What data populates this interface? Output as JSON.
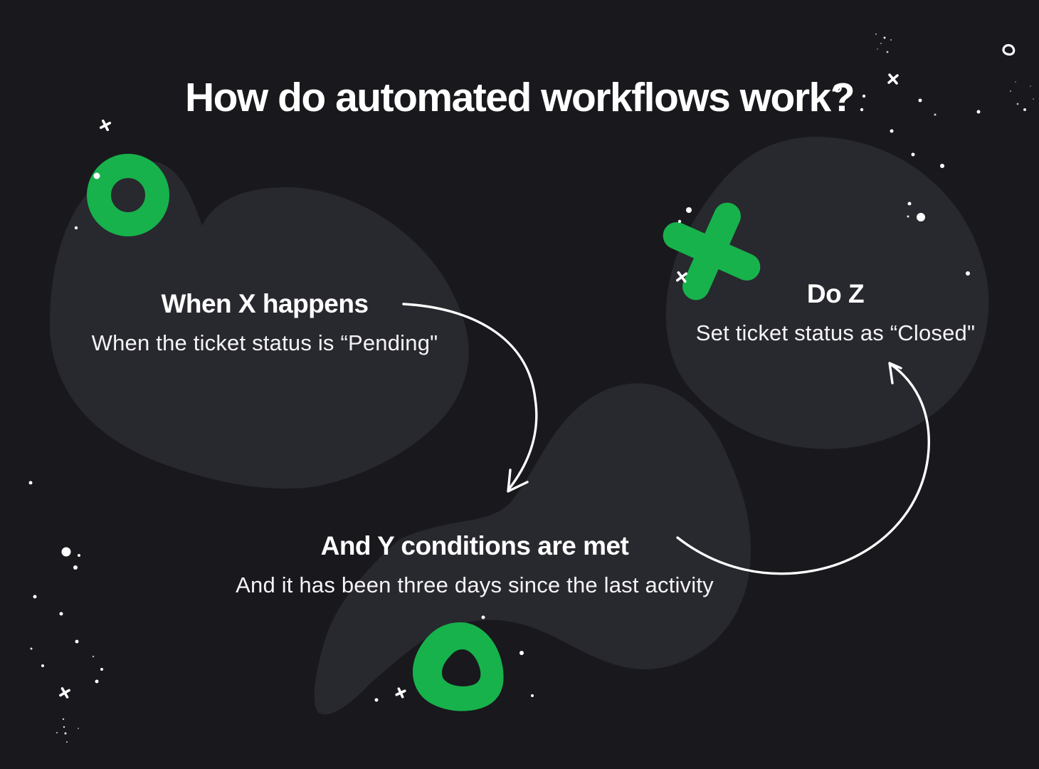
{
  "title": "How do automated workflows work?",
  "steps": [
    {
      "id": "when-x",
      "heading": "When X happens",
      "description": "When the ticket status is “Pending\""
    },
    {
      "id": "y-conditions",
      "heading": "And Y conditions are met",
      "description": "And it has been three days since the last activity"
    },
    {
      "id": "do-z",
      "heading": "Do Z",
      "description": "Set ticket status as “Closed\""
    }
  ],
  "colors": {
    "background": "#18181d",
    "blob": "#28282f",
    "accent_green": "#17b24b",
    "text": "#ffffff"
  },
  "decorations": {
    "shapes": [
      "green-ring",
      "green-cross",
      "green-rounded-triangle"
    ],
    "connectors": [
      "curved-arrow-down",
      "curved-arrow-up"
    ],
    "sparkles": "white dots, crosses, tiny ring and tiny triangle"
  }
}
